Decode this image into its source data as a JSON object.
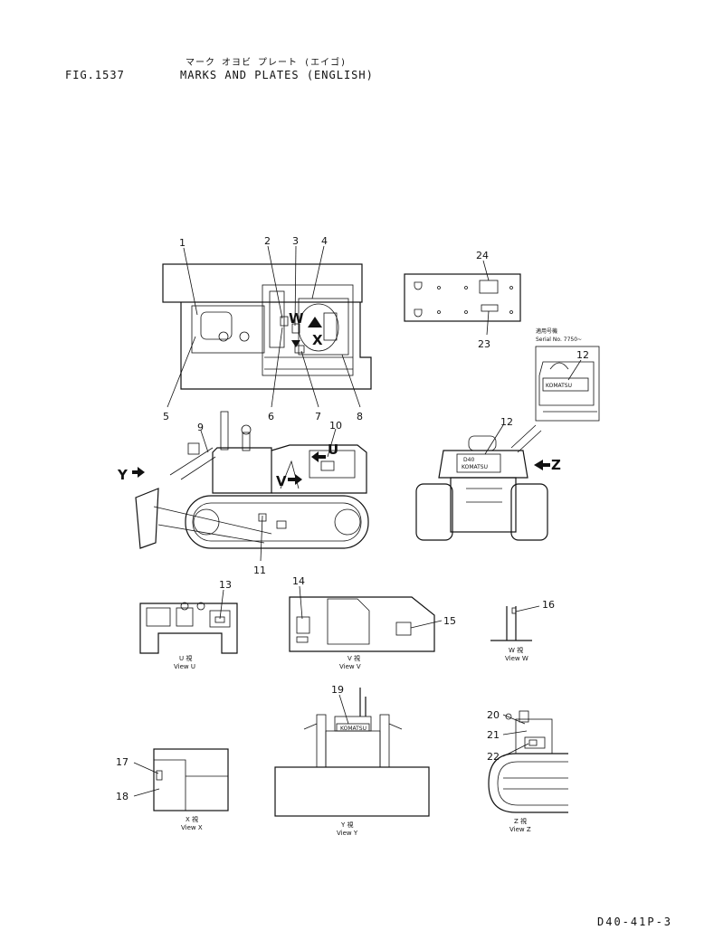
{
  "header": {
    "fig_label": "FIG.1537",
    "title_jp": "マーク オヨビ プレート (エイゴ)",
    "title_en": "MARKS AND PLATES (ENGLISH)"
  },
  "footer": {
    "code": "D40-41P-3"
  },
  "callouts": {
    "c1": "1",
    "c2": "2",
    "c3": "3",
    "c4": "4",
    "c5": "5",
    "c6": "6",
    "c7": "7",
    "c8": "8",
    "c9": "9",
    "c10": "10",
    "c11": "11",
    "c12a": "12",
    "c12b": "12",
    "c13": "13",
    "c14": "14",
    "c15": "15",
    "c16": "16",
    "c17": "17",
    "c18": "18",
    "c19": "19",
    "c20": "20",
    "c21": "21",
    "c22": "22",
    "c23": "23",
    "c24": "24"
  },
  "view_arrows": {
    "w": "W",
    "x": "X",
    "y": "Y",
    "v": "V",
    "u": "U",
    "z": "Z"
  },
  "serial_note": {
    "jp": "適用号機",
    "en": "Serial No. 7750~"
  },
  "view_captions": {
    "u_jp": "U 視",
    "u_en": "View U",
    "v_jp": "V 視",
    "v_en": "View V",
    "w_jp": "W 視",
    "w_en": "View W",
    "x_jp": "X 視",
    "x_en": "View X",
    "y_jp": "Y 視",
    "y_en": "View Y",
    "z_jp": "Z 視",
    "z_en": "View Z"
  },
  "plate_text": {
    "brand": "KOMATSU",
    "model": "D40"
  }
}
